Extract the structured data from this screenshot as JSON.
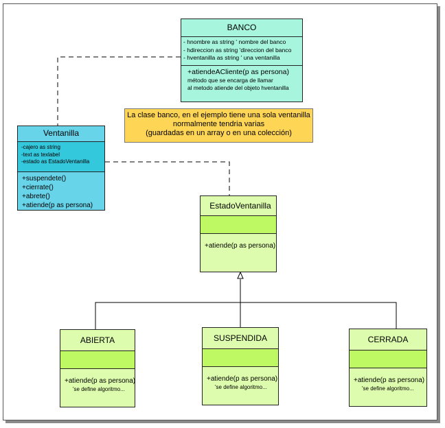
{
  "banco": {
    "title": "BANCO",
    "attrs": [
      "- hnombre as string ' nombre del banco",
      "- hdireccion as string 'direccion del banco",
      "- hventanilla as string ' una ventanilla"
    ],
    "op": "+atiendeACliente(p as persona)",
    "op_desc": [
      "método que se encarga de llamar",
      "al metodo atiende del objeto hventanilla"
    ]
  },
  "note": {
    "lines": [
      "La clase banco, en el ejemplo tiene una sola ventanilla",
      "normalmente tendria varias",
      "(guardadas en un array o en una colección)"
    ]
  },
  "ventanilla": {
    "title": "Ventanilla",
    "attrs": [
      "-cajero as string",
      "-text as texlabel",
      "-estado as EstadoVentanilla"
    ],
    "ops": [
      "+suspendete()",
      "+cierrate()",
      "+abrete()",
      "+atiende(p as persona)"
    ]
  },
  "estado": {
    "title": "EstadoVentanilla",
    "op": "+atiende(p as persona)"
  },
  "abierta": {
    "title": "ABIERTA",
    "op": "+atiende(p as persona)",
    "desc": "'se define algoritmo..."
  },
  "suspendida": {
    "title": "SUSPENDIDA",
    "op": "+atiende(p as persona)",
    "desc": "'se define algoritmo..."
  },
  "cerrada": {
    "title": "CERRADA",
    "op": "+atiende(p as persona)",
    "desc": "'se define algoritmo..."
  }
}
